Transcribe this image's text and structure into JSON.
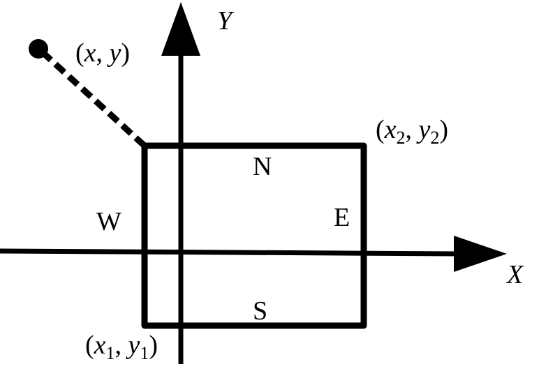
{
  "diagram": {
    "axes": {
      "x_label": "X",
      "y_label": "Y"
    },
    "point": {
      "open": "(",
      "x": "x",
      "sep": ", ",
      "y": "y",
      "close": ")"
    },
    "corner_top_right": {
      "open": "(",
      "x": "x",
      "x_sub": "2",
      "sep": ", ",
      "y": "y",
      "y_sub": "2",
      "close": ")"
    },
    "corner_bottom_left": {
      "open": "(",
      "x": "x",
      "x_sub": "1",
      "sep": ", ",
      "y": "y",
      "y_sub": "1",
      "close": ")"
    },
    "sides": {
      "north": "N",
      "south": "S",
      "east": "E",
      "west": "W"
    },
    "colors": {
      "stroke": "#000000",
      "background": "#ffffff"
    }
  }
}
